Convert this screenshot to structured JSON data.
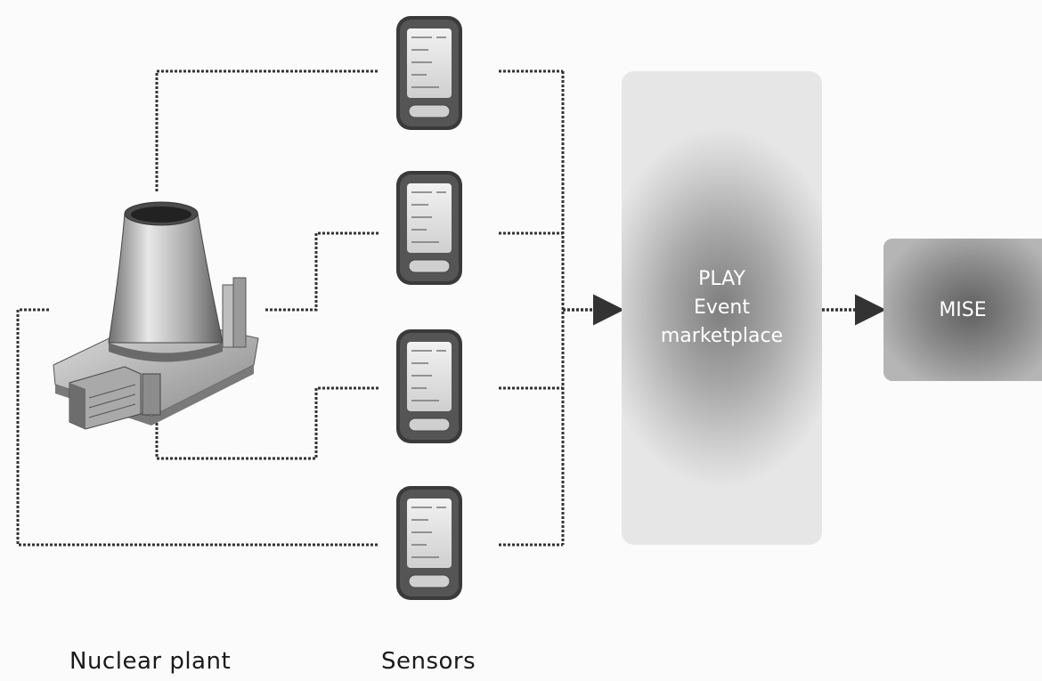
{
  "nodes": {
    "play": {
      "line1": "PLAY",
      "line2": "Event",
      "line3": "marketplace"
    },
    "mise": {
      "label": "MISE"
    }
  },
  "captions": {
    "plant": "Nuclear plant",
    "sensors": "Sensors"
  },
  "icons": {
    "plant": "nuclear-plant-icon",
    "sensor": "sensor-device-icon"
  },
  "sensor_count": 4,
  "colors": {
    "line": "#333333",
    "sensor_body": "#3a3a3a",
    "box_text": "#ffffff"
  }
}
